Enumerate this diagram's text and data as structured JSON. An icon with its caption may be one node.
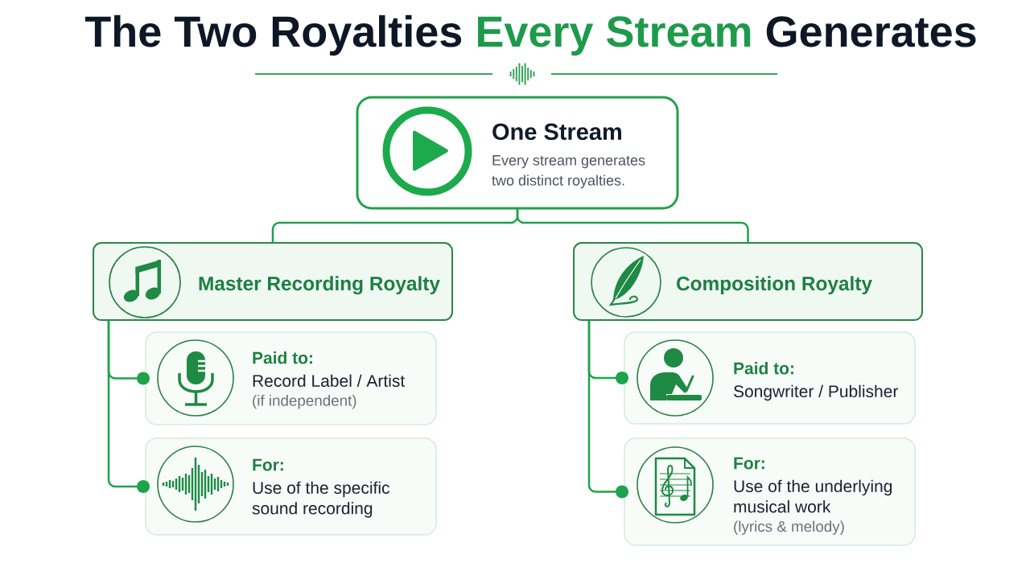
{
  "diagram": {
    "title": "The Two Royalties Every Stream Generates",
    "nodes": [
      {
        "text": [
          "One Stream",
          "Every stream generates two distinct royalties."
        ]
      },
      {
        "text": [
          "Master Recording Royalty"
        ]
      },
      {
        "text": [
          "Composition Royalty"
        ]
      },
      {
        "text": [
          "Paid to:",
          "Record Label / Artist",
          "(if independent)"
        ]
      },
      {
        "text": [
          "For:",
          "Use of the specific sound recording"
        ]
      },
      {
        "text": [
          "Paid to:",
          "Songwriter / Publisher"
        ]
      },
      {
        "text": [
          "For:",
          "Use of the underlying musical work",
          "(lyrics & melody)"
        ]
      }
    ],
    "edges": [
      {
        "from": 0,
        "to": 1,
        "arrow": "none"
      },
      {
        "from": 0,
        "to": 2,
        "arrow": "none"
      },
      {
        "from": 1,
        "to": 3,
        "arrow": "other"
      },
      {
        "from": 1,
        "to": 4,
        "arrow": "other"
      },
      {
        "from": 2,
        "to": 5,
        "arrow": "other"
      },
      {
        "from": 2,
        "to": 6,
        "arrow": "other"
      }
    ]
  }
}
